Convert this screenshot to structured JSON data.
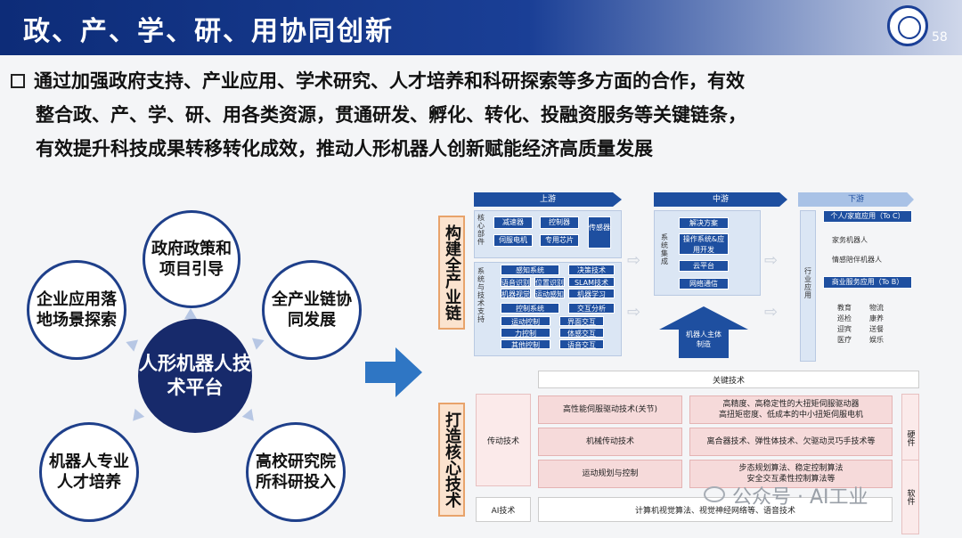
{
  "header": {
    "title": "政、产、学、研、用协同创新",
    "page_number": "58"
  },
  "intro": {
    "lines": [
      "通过加强政府支持、产业应用、学术研究、人才培养和科研探索等多方面的合作，有效",
      "整合政、产、学、研、用各类资源，贯通研发、孵化、转化、投融资服务等关键链条，",
      "有效提升科技成果转移转化成效，推动人形机器人创新赋能经济高质量发展"
    ]
  },
  "hub": {
    "center": "人形机器人技术平台",
    "nodes": {
      "gov": "政府政策和项目引导",
      "industry": "全产业链协同发展",
      "university": "高校研究院所科研投入",
      "talent": "机器人专业人才培养",
      "enterprise": "企业应用落地场景探索"
    }
  },
  "chain": {
    "label": "构建全产业链",
    "stages": {
      "up": "上游",
      "mid": "中游",
      "down": "下游"
    },
    "up": {
      "core_label": "核心部件",
      "core": [
        "减速器",
        "控制器",
        "传感器",
        "伺服电机",
        "专用芯片"
      ],
      "sys_label": "系统与技术支持",
      "sys": [
        [
          "感知系统",
          "决策技术"
        ],
        [
          "语音识别",
          "位置识别",
          "SLAM技术"
        ],
        [
          "机器视觉",
          "运动感知",
          "机器学习"
        ],
        [
          "控制系统",
          "交互分析"
        ],
        [
          "运动控制",
          "界面交互"
        ],
        [
          "力控制",
          "体感交互"
        ],
        [
          "其他控制",
          "语音交互"
        ]
      ]
    },
    "mid": {
      "label": "系统集成",
      "items": [
        "解决方案",
        "操作系统&应用开发",
        "云平台",
        "网络通信"
      ],
      "body": "机器人主体制造"
    },
    "down": {
      "label": "行业应用",
      "consumer_title": "个人/家庭应用（To C）",
      "consumer": [
        "家务机器人",
        "情感陪伴机器人"
      ],
      "business_title": "商业服务应用（To B）",
      "business": [
        "教育",
        "物流",
        "巡检",
        "康养",
        "迎宾",
        "送餐",
        "医疗",
        "娱乐"
      ]
    }
  },
  "core_tech": {
    "label": "打造核心技术",
    "key_title": "关键技术",
    "hardware": "硬件",
    "software": "软件",
    "drive": "传动技术",
    "rows": [
      {
        "name": "高性能伺服驱动技术(关节)",
        "desc": "高精度、高稳定性的大扭矩伺服驱动器\n高扭矩密度、低成本的中小扭矩伺服电机"
      },
      {
        "name": "机械传动技术",
        "desc": "离合器技术、弹性体技术、欠驱动灵巧手技术等"
      },
      {
        "name": "运动规划与控制",
        "desc": "步态规划算法、稳定控制算法\n安全交互柔性控制算法等"
      }
    ],
    "ai": {
      "name": "AI技术",
      "desc": "计算机视觉算法、视觉神经网络等、语音技术"
    }
  },
  "watermark": "公众号 · AI工业"
}
